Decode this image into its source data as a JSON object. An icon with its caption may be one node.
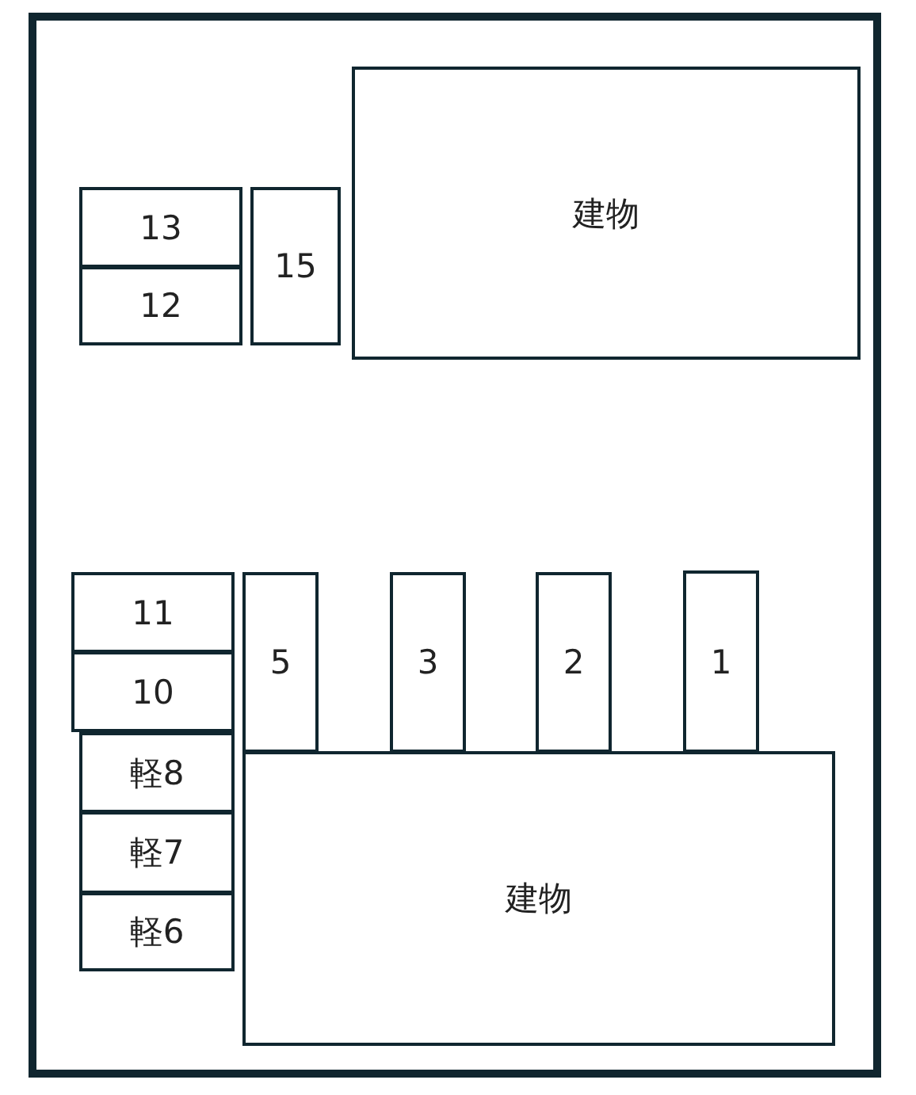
{
  "diagram": {
    "nodes": [
      {
        "text": [
          "建物"
        ]
      },
      {
        "text": [
          "13"
        ]
      },
      {
        "text": [
          "15"
        ]
      },
      {
        "text": [
          "12"
        ]
      },
      {
        "text": [
          "11"
        ]
      },
      {
        "text": [
          "5"
        ]
      },
      {
        "text": [
          "3"
        ]
      },
      {
        "text": [
          "2"
        ]
      },
      {
        "text": [
          "1"
        ]
      },
      {
        "text": [
          "10"
        ]
      },
      {
        "text": [
          "軽8"
        ]
      },
      {
        "text": [
          "軽7"
        ]
      },
      {
        "text": [
          "軽6"
        ]
      },
      {
        "text": [
          "建物"
        ]
      }
    ]
  }
}
